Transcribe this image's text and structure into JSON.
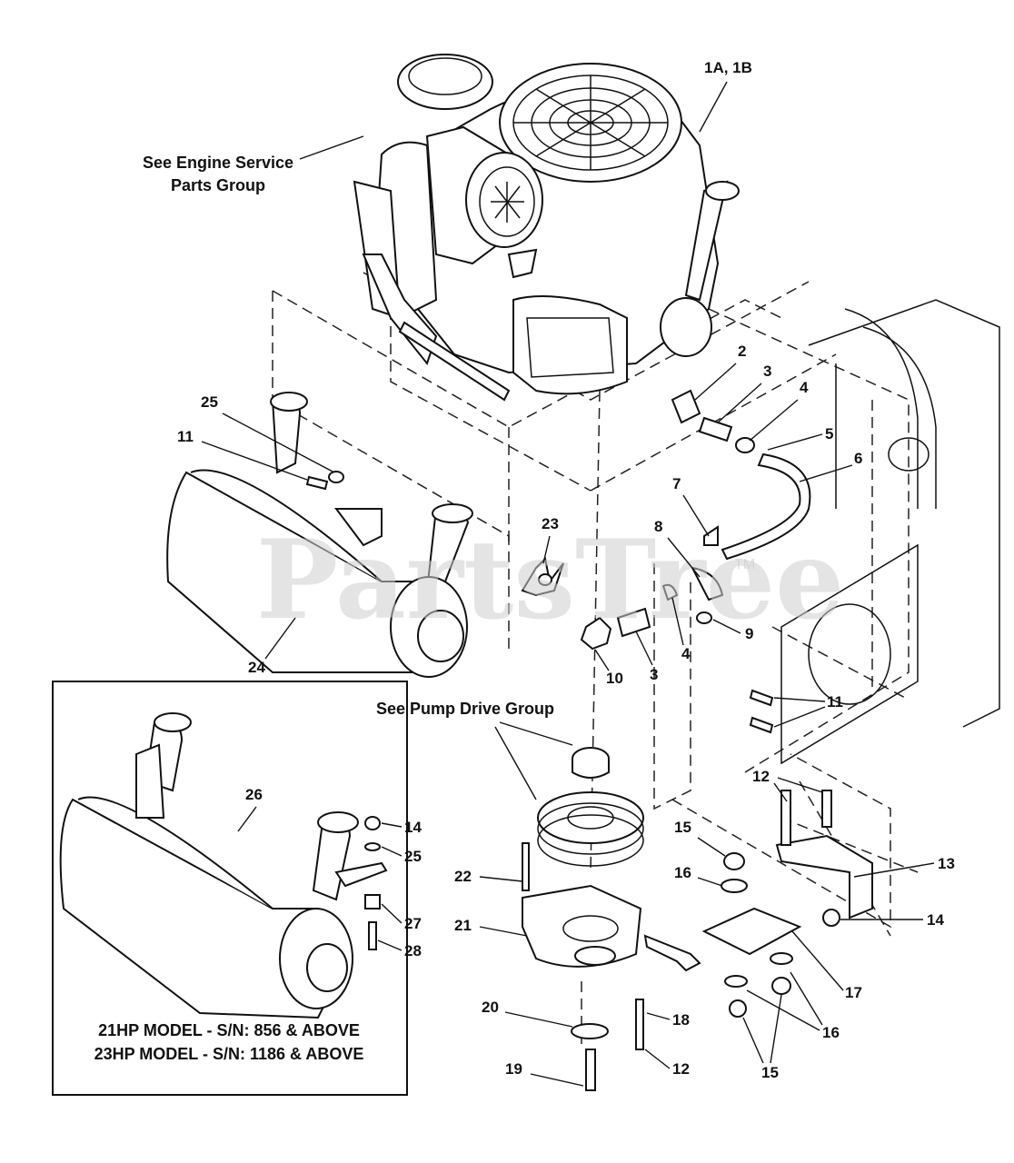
{
  "watermark": {
    "text": "PartsTree",
    "trademark": "TM"
  },
  "notes": {
    "engine_service": [
      "See Engine Service",
      "Parts Group"
    ],
    "pump_drive": "See Pump Drive Group"
  },
  "inset": {
    "caption_line1": "21HP MODEL - S/N: 856 & ABOVE",
    "caption_line2": "23HP MODEL - S/N: 1186 & ABOVE"
  },
  "callouts": [
    {
      "id": "c-1a1b",
      "text": "1A, 1B"
    },
    {
      "id": "c-2",
      "text": "2"
    },
    {
      "id": "c-3a",
      "text": "3"
    },
    {
      "id": "c-4a",
      "text": "4"
    },
    {
      "id": "c-5",
      "text": "5"
    },
    {
      "id": "c-6",
      "text": "6"
    },
    {
      "id": "c-7",
      "text": "7"
    },
    {
      "id": "c-8",
      "text": "8"
    },
    {
      "id": "c-9",
      "text": "9"
    },
    {
      "id": "c-10",
      "text": "10"
    },
    {
      "id": "c-3b",
      "text": "3"
    },
    {
      "id": "c-4b",
      "text": "4"
    },
    {
      "id": "c-11a",
      "text": "11"
    },
    {
      "id": "c-11b",
      "text": "11"
    },
    {
      "id": "c-23",
      "text": "23"
    },
    {
      "id": "c-24",
      "text": "24"
    },
    {
      "id": "c-25",
      "text": "25"
    },
    {
      "id": "c-26",
      "text": "26"
    },
    {
      "id": "c-14a",
      "text": "14"
    },
    {
      "id": "c-25b",
      "text": "25"
    },
    {
      "id": "c-27",
      "text": "27"
    },
    {
      "id": "c-28",
      "text": "28"
    },
    {
      "id": "c-12a",
      "text": "12"
    },
    {
      "id": "c-13",
      "text": "13"
    },
    {
      "id": "c-14b",
      "text": "14"
    },
    {
      "id": "c-15a",
      "text": "15"
    },
    {
      "id": "c-16a",
      "text": "16"
    },
    {
      "id": "c-17",
      "text": "17"
    },
    {
      "id": "c-16b",
      "text": "16"
    },
    {
      "id": "c-15b",
      "text": "15"
    },
    {
      "id": "c-22",
      "text": "22"
    },
    {
      "id": "c-21",
      "text": "21"
    },
    {
      "id": "c-20",
      "text": "20"
    },
    {
      "id": "c-18",
      "text": "18"
    },
    {
      "id": "c-12b",
      "text": "12"
    },
    {
      "id": "c-19",
      "text": "19"
    }
  ]
}
